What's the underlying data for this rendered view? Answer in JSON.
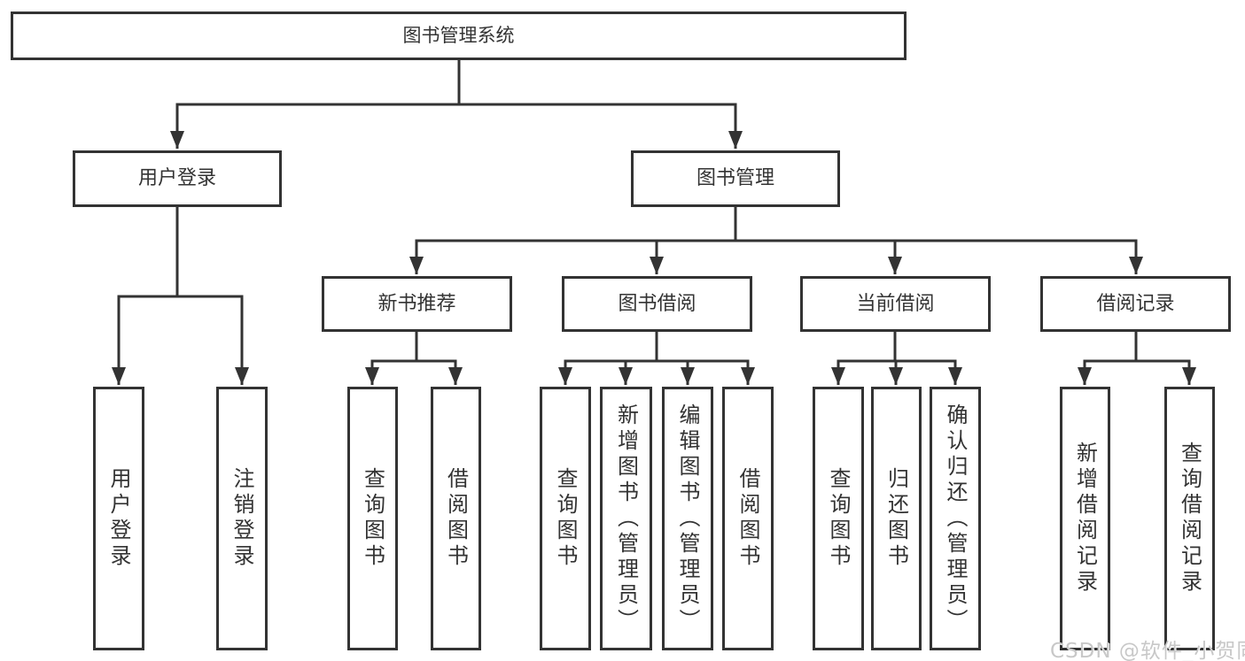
{
  "diagram": {
    "type": "functional-structure-tree",
    "tree": {
      "label": "图书管理系统",
      "children": [
        {
          "label": "用户登录",
          "children": [
            {
              "label": "用户登录"
            },
            {
              "label": "注销登录"
            }
          ]
        },
        {
          "label": "图书管理",
          "children": [
            {
              "label": "新书推荐",
              "children": [
                {
                  "label": "查询图书"
                },
                {
                  "label": "借阅图书"
                }
              ]
            },
            {
              "label": "图书借阅",
              "children": [
                {
                  "label": "查询图书"
                },
                {
                  "label": "新增图书（管理员）"
                },
                {
                  "label": "编辑图书（管理员）"
                },
                {
                  "label": "借阅图书"
                }
              ]
            },
            {
              "label": "当前借阅",
              "children": [
                {
                  "label": "查询图书"
                },
                {
                  "label": "归还图书"
                },
                {
                  "label": "确认归还（管理员）"
                }
              ]
            },
            {
              "label": "借阅记录",
              "children": [
                {
                  "label": "新增借阅记录"
                },
                {
                  "label": "查询借阅记录"
                }
              ]
            }
          ]
        }
      ]
    },
    "colors": {
      "line": "#333333",
      "text": "#333333",
      "node_background": "#ffffff",
      "page_background": "#ffffff"
    }
  },
  "watermark": {
    "text": "CSDN @软件_小贺同学",
    "color": "#c8c8c8"
  }
}
